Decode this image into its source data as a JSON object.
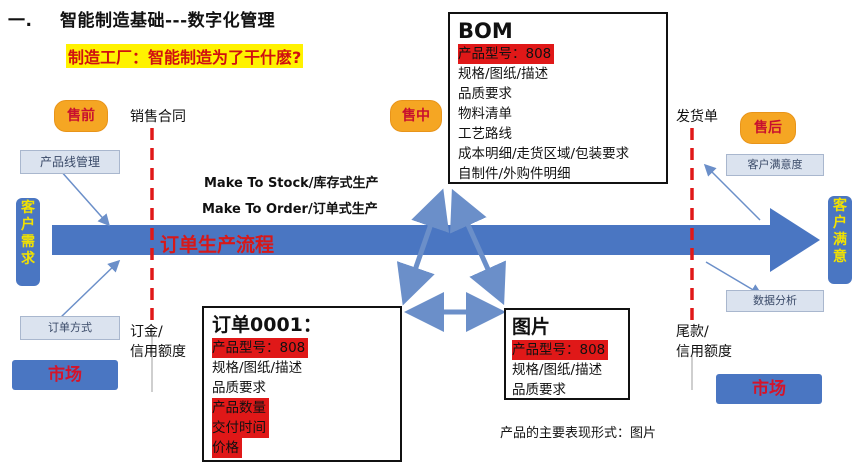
{
  "title": {
    "num": "一.",
    "text": "智能制造基础---数字化管理"
  },
  "subtitle": "制造工厂：智能制造为了干什麽?",
  "phases": {
    "pre": "售前",
    "mid": "售中",
    "post": "售后"
  },
  "left_boxes": {
    "product_line": "产品线管理",
    "order_method": "订单方式"
  },
  "right_boxes": {
    "satisfaction": "客户满意度",
    "analysis": "数据分析"
  },
  "customer_demand": [
    "客",
    "户",
    "需",
    "求"
  ],
  "customer_satisfaction": [
    "客",
    "户",
    "满",
    "意"
  ],
  "market_left": "市场",
  "market_right": "市场",
  "sales_contract": "销售合同",
  "deposit": [
    "订金/",
    "信用额度"
  ],
  "delivery_note": "发货单",
  "balance": [
    "尾款/",
    "信用额度"
  ],
  "make_to_stock": "Make To Stock/库存式生产",
  "make_to_order": "Make To Order/订单式生产",
  "flow_label": "订单生产流程",
  "bom": {
    "title": "BOM",
    "highlight": "产品型号：808",
    "lines": [
      "规格/图纸/描述",
      "品质要求",
      "物料清单",
      "工艺路线",
      "成本明细/走货区域/包装要求",
      "自制件/外购件明细"
    ]
  },
  "order": {
    "title": "订单0001：",
    "line1": "产品型号：808",
    "line2": "规格/图纸/描述",
    "line3": "品质要求",
    "line4": "产品数量",
    "line5": "交付时间",
    "line6": "价格"
  },
  "picture": {
    "title": "图片",
    "line1": "产品型号：808",
    "line2": "规格/图纸/描述",
    "line3": "品质要求"
  },
  "caption": "产品的主要表现形式：图片",
  "colors": {
    "accent_blue": "#4a76c2",
    "red": "#e01818",
    "orange": "#f5a623",
    "yellow": "#fff200"
  }
}
